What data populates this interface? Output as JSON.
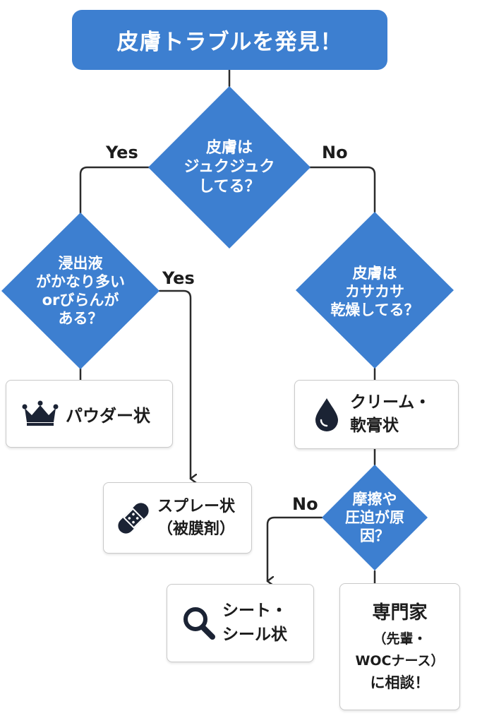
{
  "start": {
    "label": "皮膚トラブルを発見！"
  },
  "decisions": {
    "oozing": {
      "lines": [
        "皮膚は",
        "ジュクジュク",
        "してる？"
      ]
    },
    "exudate": {
      "lines": [
        "浸出液",
        "がかなり多い",
        "orびらんが",
        "ある？"
      ]
    },
    "dry": {
      "lines": [
        "皮膚は",
        "カサカサ",
        "乾燥してる？"
      ]
    },
    "friction": {
      "lines": [
        "摩擦や",
        "圧迫が原",
        "因？"
      ]
    }
  },
  "edge_labels": {
    "oozing_yes": "Yes",
    "oozing_no": "No",
    "exudate_yes": "Yes",
    "friction_no": "No"
  },
  "results": {
    "powder": {
      "label": "パウダー状",
      "icon": "crown-icon"
    },
    "spray": {
      "line1": "スプレー状",
      "line2": "（被膜剤）",
      "icon": "bandage-icon"
    },
    "cream": {
      "line1": "クリーム・",
      "line2": "軟膏状",
      "icon": "droplet-icon"
    },
    "sheet": {
      "line1": "シート・",
      "line2": "シール状",
      "icon": "magnifier-icon"
    },
    "specialist": {
      "lines": [
        "専門家",
        "（先輩・",
        "WOCナース）",
        "に相談！"
      ]
    }
  },
  "colors": {
    "accent": "#3d7fd0",
    "line": "#2b2b2b",
    "box_border": "#c9c9c9"
  }
}
